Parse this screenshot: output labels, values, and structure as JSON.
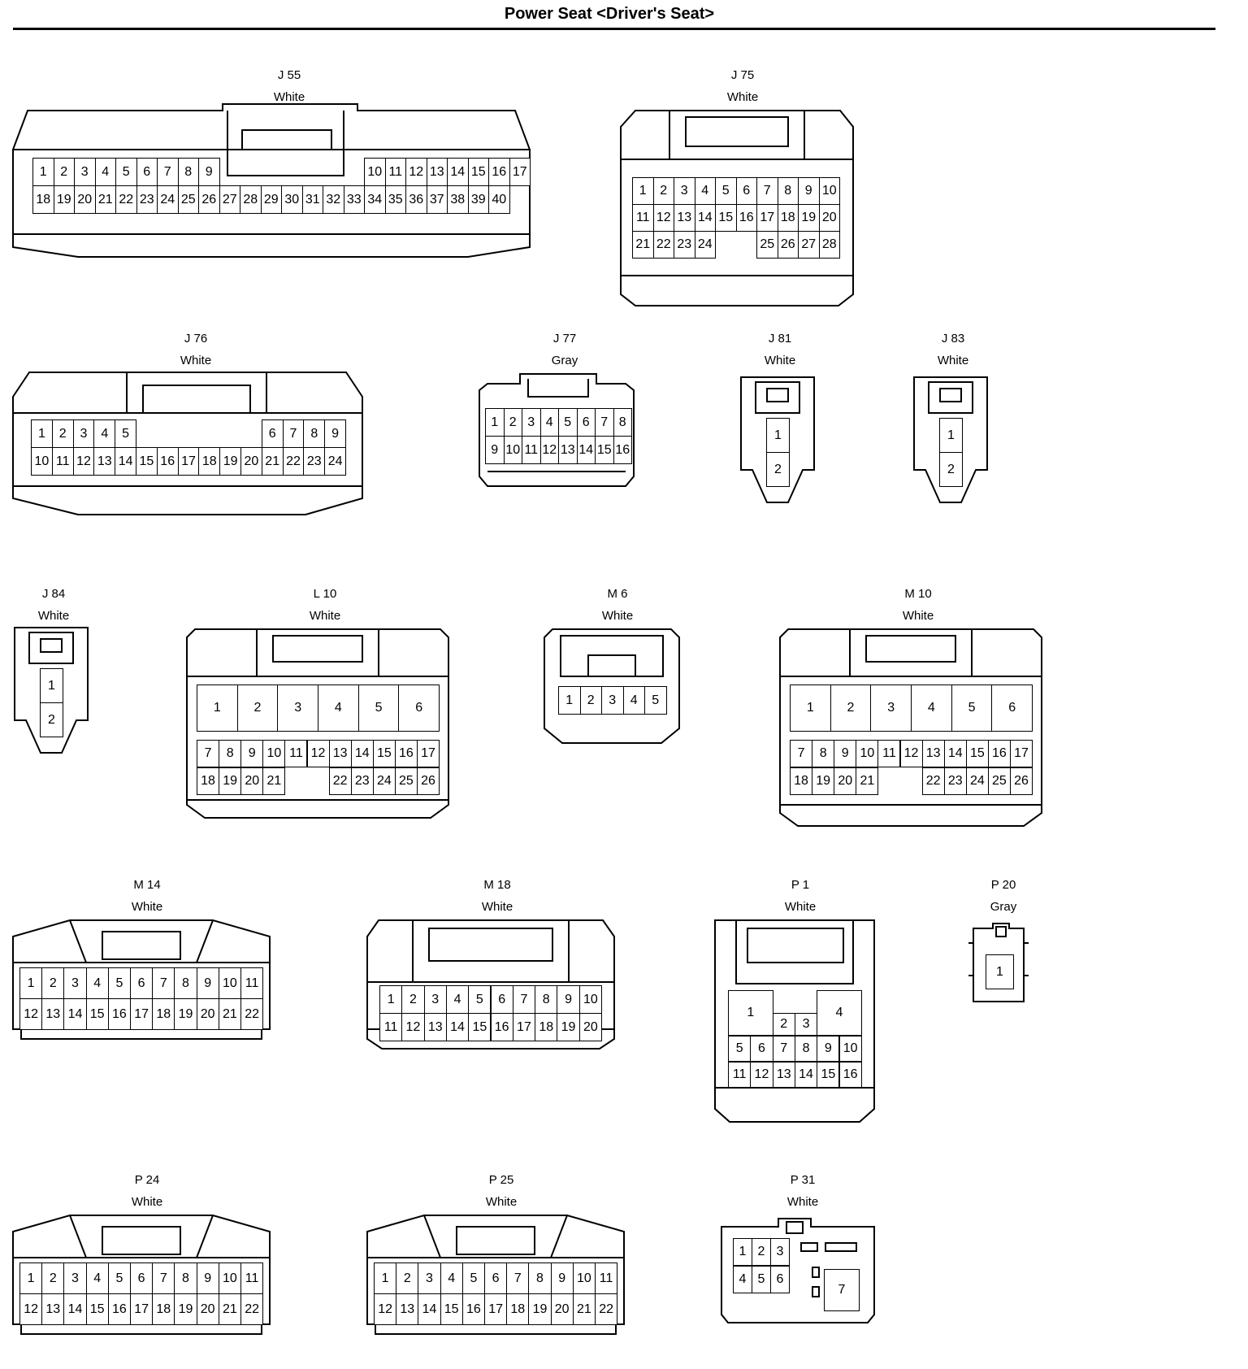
{
  "title": "Power Seat <Driver's Seat>",
  "connectors": [
    {
      "id": "J 55",
      "color": "White"
    },
    {
      "id": "J 75",
      "color": "White"
    },
    {
      "id": "J 76",
      "color": "White"
    },
    {
      "id": "J 77",
      "color": "Gray"
    },
    {
      "id": "J 81",
      "color": "White"
    },
    {
      "id": "J 83",
      "color": "White"
    },
    {
      "id": "J 84",
      "color": "White"
    },
    {
      "id": "L 10",
      "color": "White"
    },
    {
      "id": "M 6",
      "color": "White"
    },
    {
      "id": "M 10",
      "color": "White"
    },
    {
      "id": "M 14",
      "color": "White"
    },
    {
      "id": "M 18",
      "color": "White"
    },
    {
      "id": "P 1",
      "color": "White"
    },
    {
      "id": "P 20",
      "color": "Gray"
    },
    {
      "id": "P 24",
      "color": "White"
    },
    {
      "id": "P 25",
      "color": "White"
    },
    {
      "id": "P 31",
      "color": "White"
    }
  ],
  "pin_rows": {
    "J 55": [
      [
        "1",
        "2",
        "3",
        "4",
        "5",
        "6",
        "7",
        "8",
        "9",
        "",
        "",
        "",
        "",
        "",
        "",
        "",
        "10",
        "11",
        "12",
        "13",
        "14",
        "15",
        "16",
        "17"
      ],
      [
        "18",
        "19",
        "20",
        "21",
        "22",
        "23",
        "24",
        "25",
        "26",
        "27",
        "28",
        "29",
        "30",
        "31",
        "32",
        "33",
        "34",
        "35",
        "36",
        "37",
        "38",
        "39",
        "40"
      ]
    ],
    "J 75": [
      [
        "1",
        "2",
        "3",
        "4",
        "5",
        "6",
        "7",
        "8",
        "9",
        "10"
      ],
      [
        "11",
        "12",
        "13",
        "14",
        "15",
        "16",
        "17",
        "18",
        "19",
        "20"
      ],
      [
        "21",
        "22",
        "23",
        "24",
        "",
        "",
        "25",
        "26",
        "27",
        "28"
      ]
    ],
    "J 76": [
      [
        "1",
        "2",
        "3",
        "4",
        "5",
        "",
        "",
        "",
        "",
        "",
        "",
        "6",
        "7",
        "8",
        "9"
      ],
      [
        "10",
        "11",
        "12",
        "13",
        "14",
        "15",
        "16",
        "17",
        "18",
        "19",
        "20",
        "21",
        "22",
        "23",
        "24"
      ]
    ],
    "J 77": [
      [
        "1",
        "2",
        "3",
        "4",
        "5",
        "6",
        "7",
        "8"
      ],
      [
        "9",
        "10",
        "11",
        "12",
        "13",
        "14",
        "15",
        "16"
      ]
    ],
    "J 81": [
      [
        "1"
      ],
      [
        "2"
      ]
    ],
    "J 83": [
      [
        "1"
      ],
      [
        "2"
      ]
    ],
    "J 84": [
      [
        "1"
      ],
      [
        "2"
      ]
    ],
    "L 10": [
      [
        "1",
        "2",
        "3",
        "4",
        "5",
        "6"
      ],
      [
        "7",
        "8",
        "9",
        "10",
        "11",
        "12",
        "13",
        "14",
        "15",
        "16",
        "17"
      ],
      [
        "18",
        "19",
        "20",
        "21",
        "",
        "22",
        "23",
        "24",
        "25",
        "26"
      ]
    ],
    "M 6": [
      [
        "1",
        "2",
        "3",
        "4",
        "5"
      ]
    ],
    "M 10": [
      [
        "1",
        "2",
        "3",
        "4",
        "5",
        "6"
      ],
      [
        "7",
        "8",
        "9",
        "10",
        "11",
        "12",
        "13",
        "14",
        "15",
        "16",
        "17"
      ],
      [
        "18",
        "19",
        "20",
        "21",
        "",
        "22",
        "23",
        "24",
        "25",
        "26"
      ]
    ],
    "M 14": [
      [
        "1",
        "2",
        "3",
        "4",
        "5",
        "6",
        "7",
        "8",
        "9",
        "10",
        "11"
      ],
      [
        "12",
        "13",
        "14",
        "15",
        "16",
        "17",
        "18",
        "19",
        "20",
        "21",
        "22"
      ]
    ],
    "M 18": [
      [
        "1",
        "2",
        "3",
        "4",
        "5",
        "6",
        "7",
        "8",
        "9",
        "10"
      ],
      [
        "11",
        "12",
        "13",
        "14",
        "15",
        "16",
        "17",
        "18",
        "19",
        "20"
      ]
    ],
    "P 1": [
      [
        "1",
        "2",
        "3",
        "4"
      ],
      [
        "5",
        "6",
        "7",
        "8",
        "9",
        "10"
      ],
      [
        "11",
        "12",
        "13",
        "14",
        "15",
        "16"
      ]
    ],
    "P 20": [
      [
        "1"
      ]
    ],
    "P 24": [
      [
        "1",
        "2",
        "3",
        "4",
        "5",
        "6",
        "7",
        "8",
        "9",
        "10",
        "11"
      ],
      [
        "12",
        "13",
        "14",
        "15",
        "16",
        "17",
        "18",
        "19",
        "20",
        "21",
        "22"
      ]
    ],
    "P 25": [
      [
        "1",
        "2",
        "3",
        "4",
        "5",
        "6",
        "7",
        "8",
        "9",
        "10",
        "11"
      ],
      [
        "12",
        "13",
        "14",
        "15",
        "16",
        "17",
        "18",
        "19",
        "20",
        "21",
        "22"
      ]
    ],
    "P 31": [
      [
        "1",
        "2",
        "3"
      ],
      [
        "4",
        "5",
        "6"
      ],
      [
        "7"
      ]
    ]
  }
}
